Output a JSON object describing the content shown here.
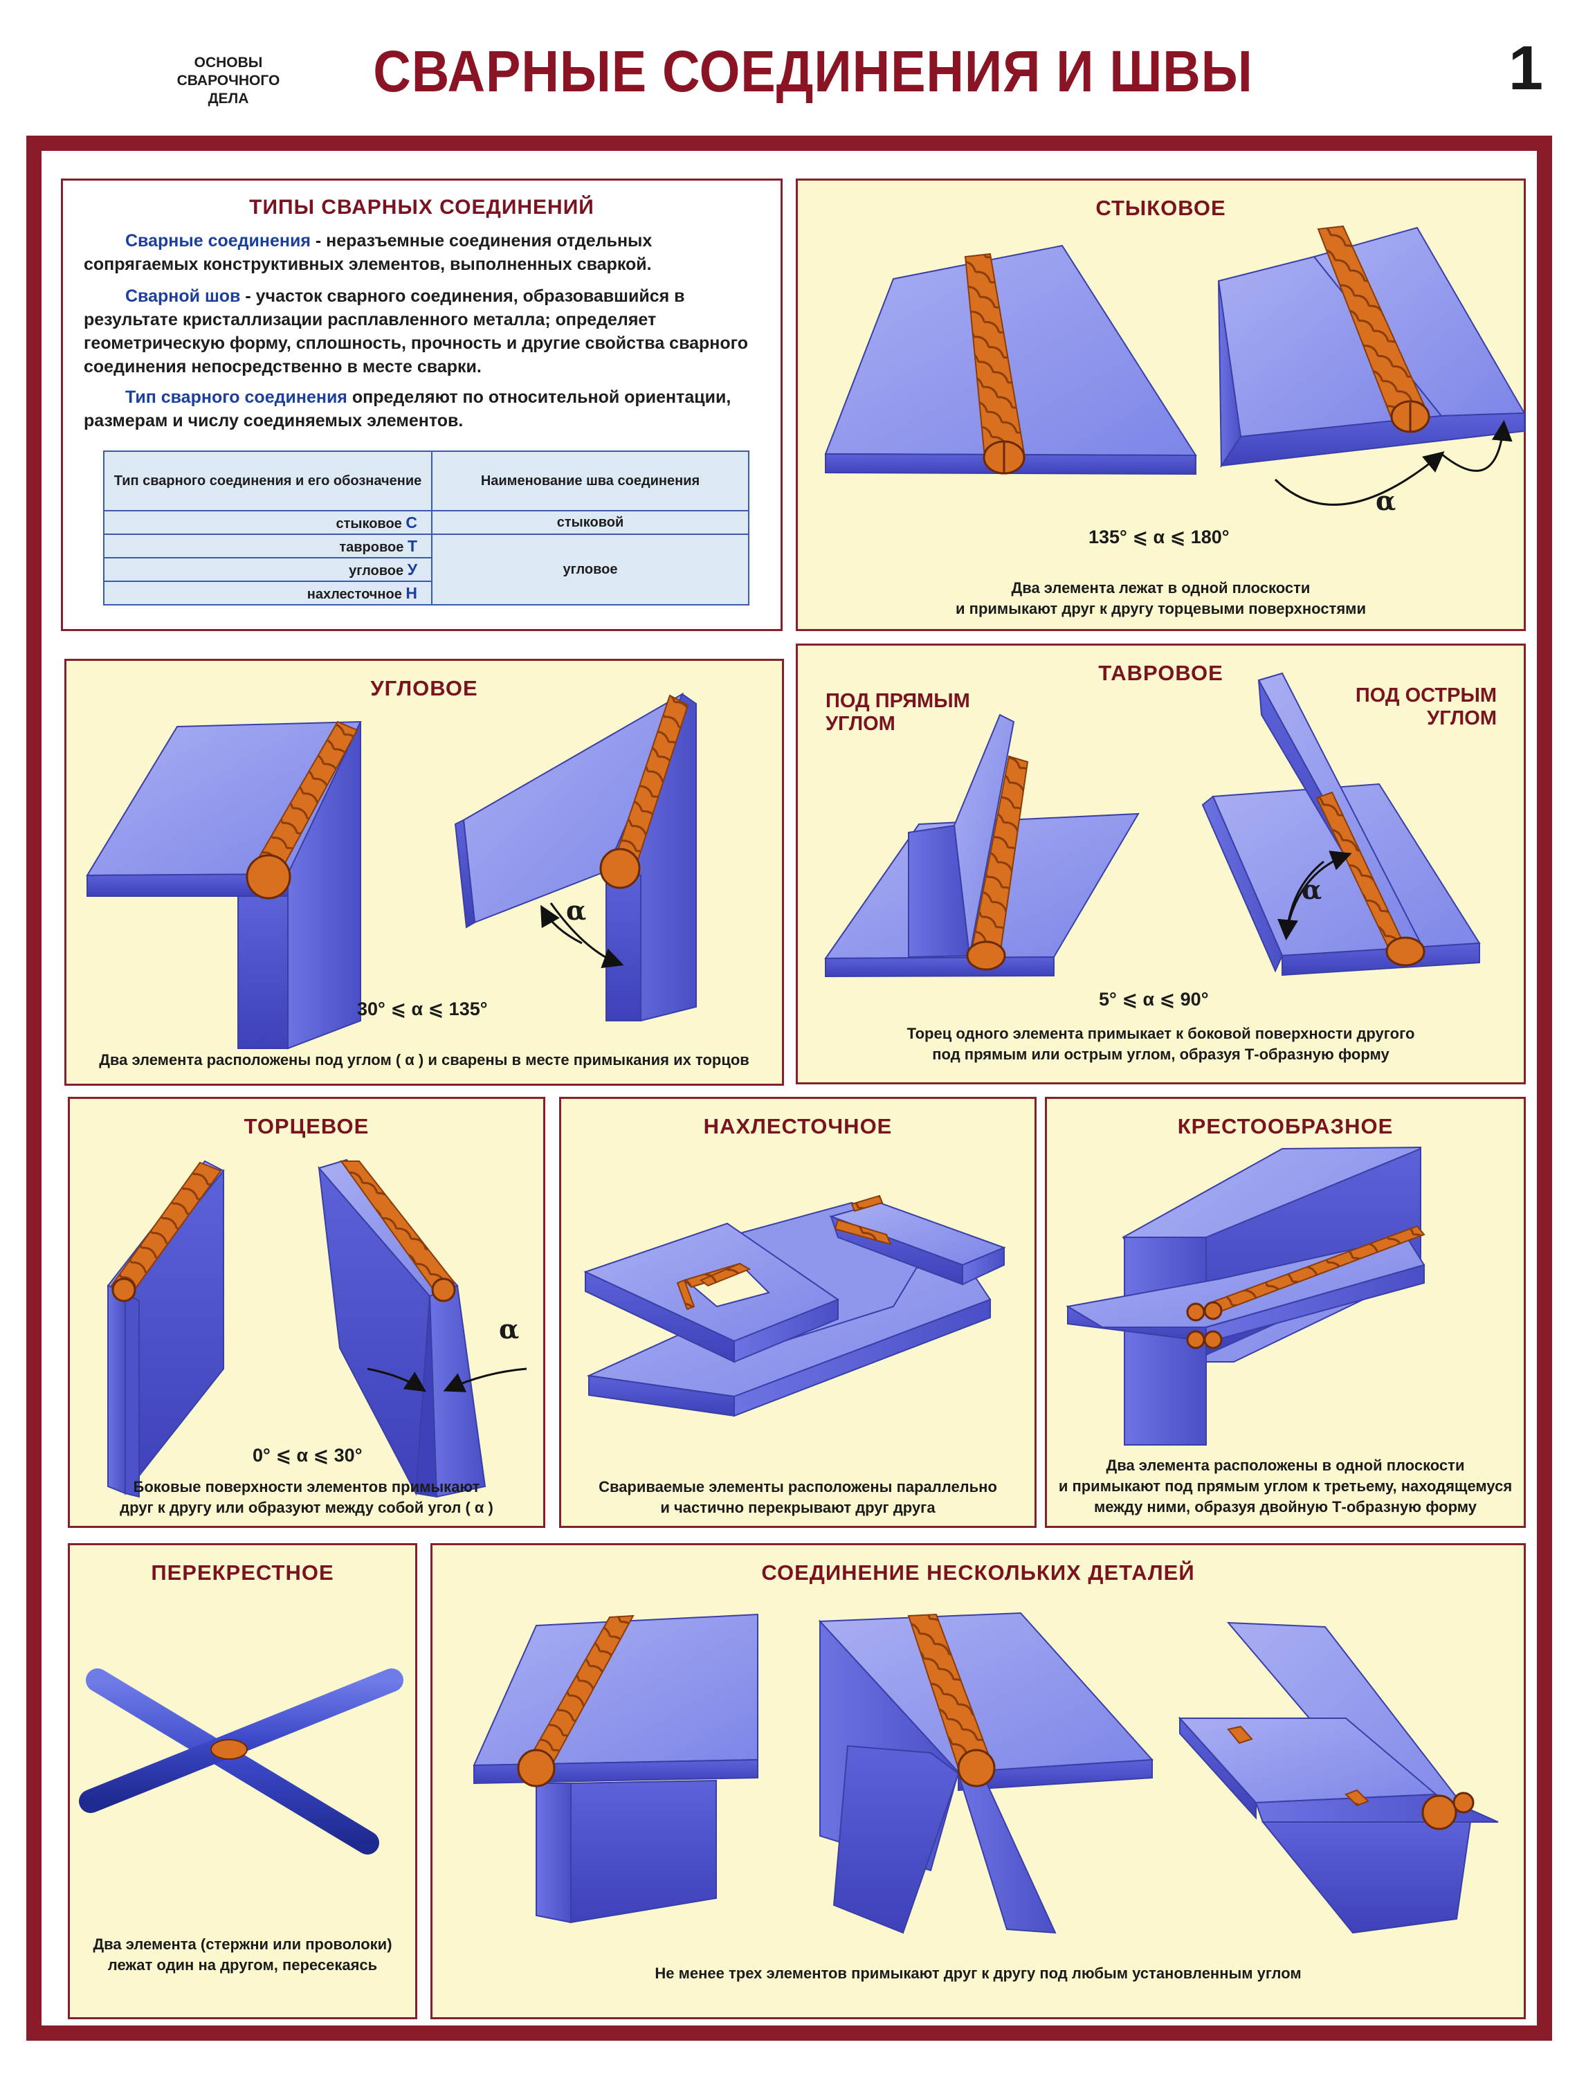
{
  "header": {
    "subject_lines": [
      "ОСНОВЫ",
      "СВАРОЧНОГО",
      "ДЕЛА"
    ],
    "title": "СВАРНЫЕ СОЕДИНЕНИЯ И ШВЫ",
    "sheet_number": "1"
  },
  "colors": {
    "frame": "#8a1c2a",
    "panel_bg": "#fbf7cf",
    "title": "#8a1424",
    "plate": "#5a64dc",
    "weld": "#d9701f",
    "term": "#1b3f9a"
  },
  "types": {
    "title": "ТИПЫ СВАРНЫХ СОЕДИНЕНИЙ",
    "p1_term": "Сварные соединения",
    "p1_text": " - неразъемные соединения отдельных сопрягаемых конструктивных элементов, выполненных сваркой.",
    "p2_term": "Сварной шов",
    "p2_text": " - участок сварного соединения, образовавшийся в результате кристаллизации расплавленного металла; определяет геометрическую форму, сплошность, прочность и другие свойства сварного соединения непосредственно в месте сварки.",
    "p3_term": "Тип сварного соединения",
    "p3_text": " определяют по относительной ориентации, размерам и числу соединяемых элементов.",
    "table": {
      "col1": "Тип сварного соединения и его обозначение",
      "col2": "Наименование шва соединения",
      "rows": [
        {
          "name": "стыковое",
          "code": "С"
        },
        {
          "name": "тавровое",
          "code": "Т"
        },
        {
          "name": "угловое",
          "code": "У"
        },
        {
          "name": "нахлесточное",
          "code": "Н"
        }
      ],
      "seam_butt": "стыковой",
      "seam_fillet": "угловое"
    }
  },
  "butt": {
    "title": "СТЫКОВОЕ",
    "range": "135° ⩽ α ⩽ 180°",
    "alpha": "α",
    "caption_1": "Два элемента лежат в одной плоскости",
    "caption_2": "и примыкают друг к другу торцевыми поверхностями"
  },
  "corner": {
    "title": "УГЛОВОЕ",
    "range": "30° ⩽ α ⩽ 135°",
    "alpha": "α",
    "caption_1": "Два элемента расположены под углом ( α ) и сварены в месте примыкания их торцов"
  },
  "tee": {
    "title": "ТАВРОВОЕ",
    "left_label_1": "ПОД ПРЯМЫМ",
    "left_label_2": "УГЛОМ",
    "right_label_1": "ПОД ОСТРЫМ",
    "right_label_2": "УГЛОМ",
    "range": "5° ⩽ α ⩽ 90°",
    "alpha": "α",
    "caption_1": "Торец одного элемента примыкает к боковой поверхности другого",
    "caption_2": "под прямым или острым углом, образуя Т-образную форму"
  },
  "edge": {
    "title": "ТОРЦЕВОЕ",
    "range": "0° ⩽ α ⩽ 30°",
    "alpha": "α",
    "caption_1": "Боковые поверхности элементов примыкают",
    "caption_2": "друг к другу или образуют между собой угол ( α )"
  },
  "lap": {
    "title": "НАХЛЕСТОЧНОЕ",
    "caption_1": "Свариваемые элементы расположены параллельно",
    "caption_2": "и частично перекрывают друг друга"
  },
  "cruciform": {
    "title": "КРЕСТООБРАЗНОЕ",
    "caption_1": "Два элемента расположены в одной плоскости",
    "caption_2": "и примыкают под прямым углом к третьему, находящемуся",
    "caption_3": "между ними, образуя двойную Т-образную форму"
  },
  "cross": {
    "title": "ПЕРЕКРЕСТНОЕ",
    "caption_1": "Два элемента (стержни или проволоки)",
    "caption_2": "лежат один на другом, пересекаясь"
  },
  "multi": {
    "title": "СОЕДИНЕНИЕ НЕСКОЛЬКИХ ДЕТАЛЕЙ",
    "caption_1": "Не менее трех элементов примыкают друг к другу под любым установленным углом"
  }
}
